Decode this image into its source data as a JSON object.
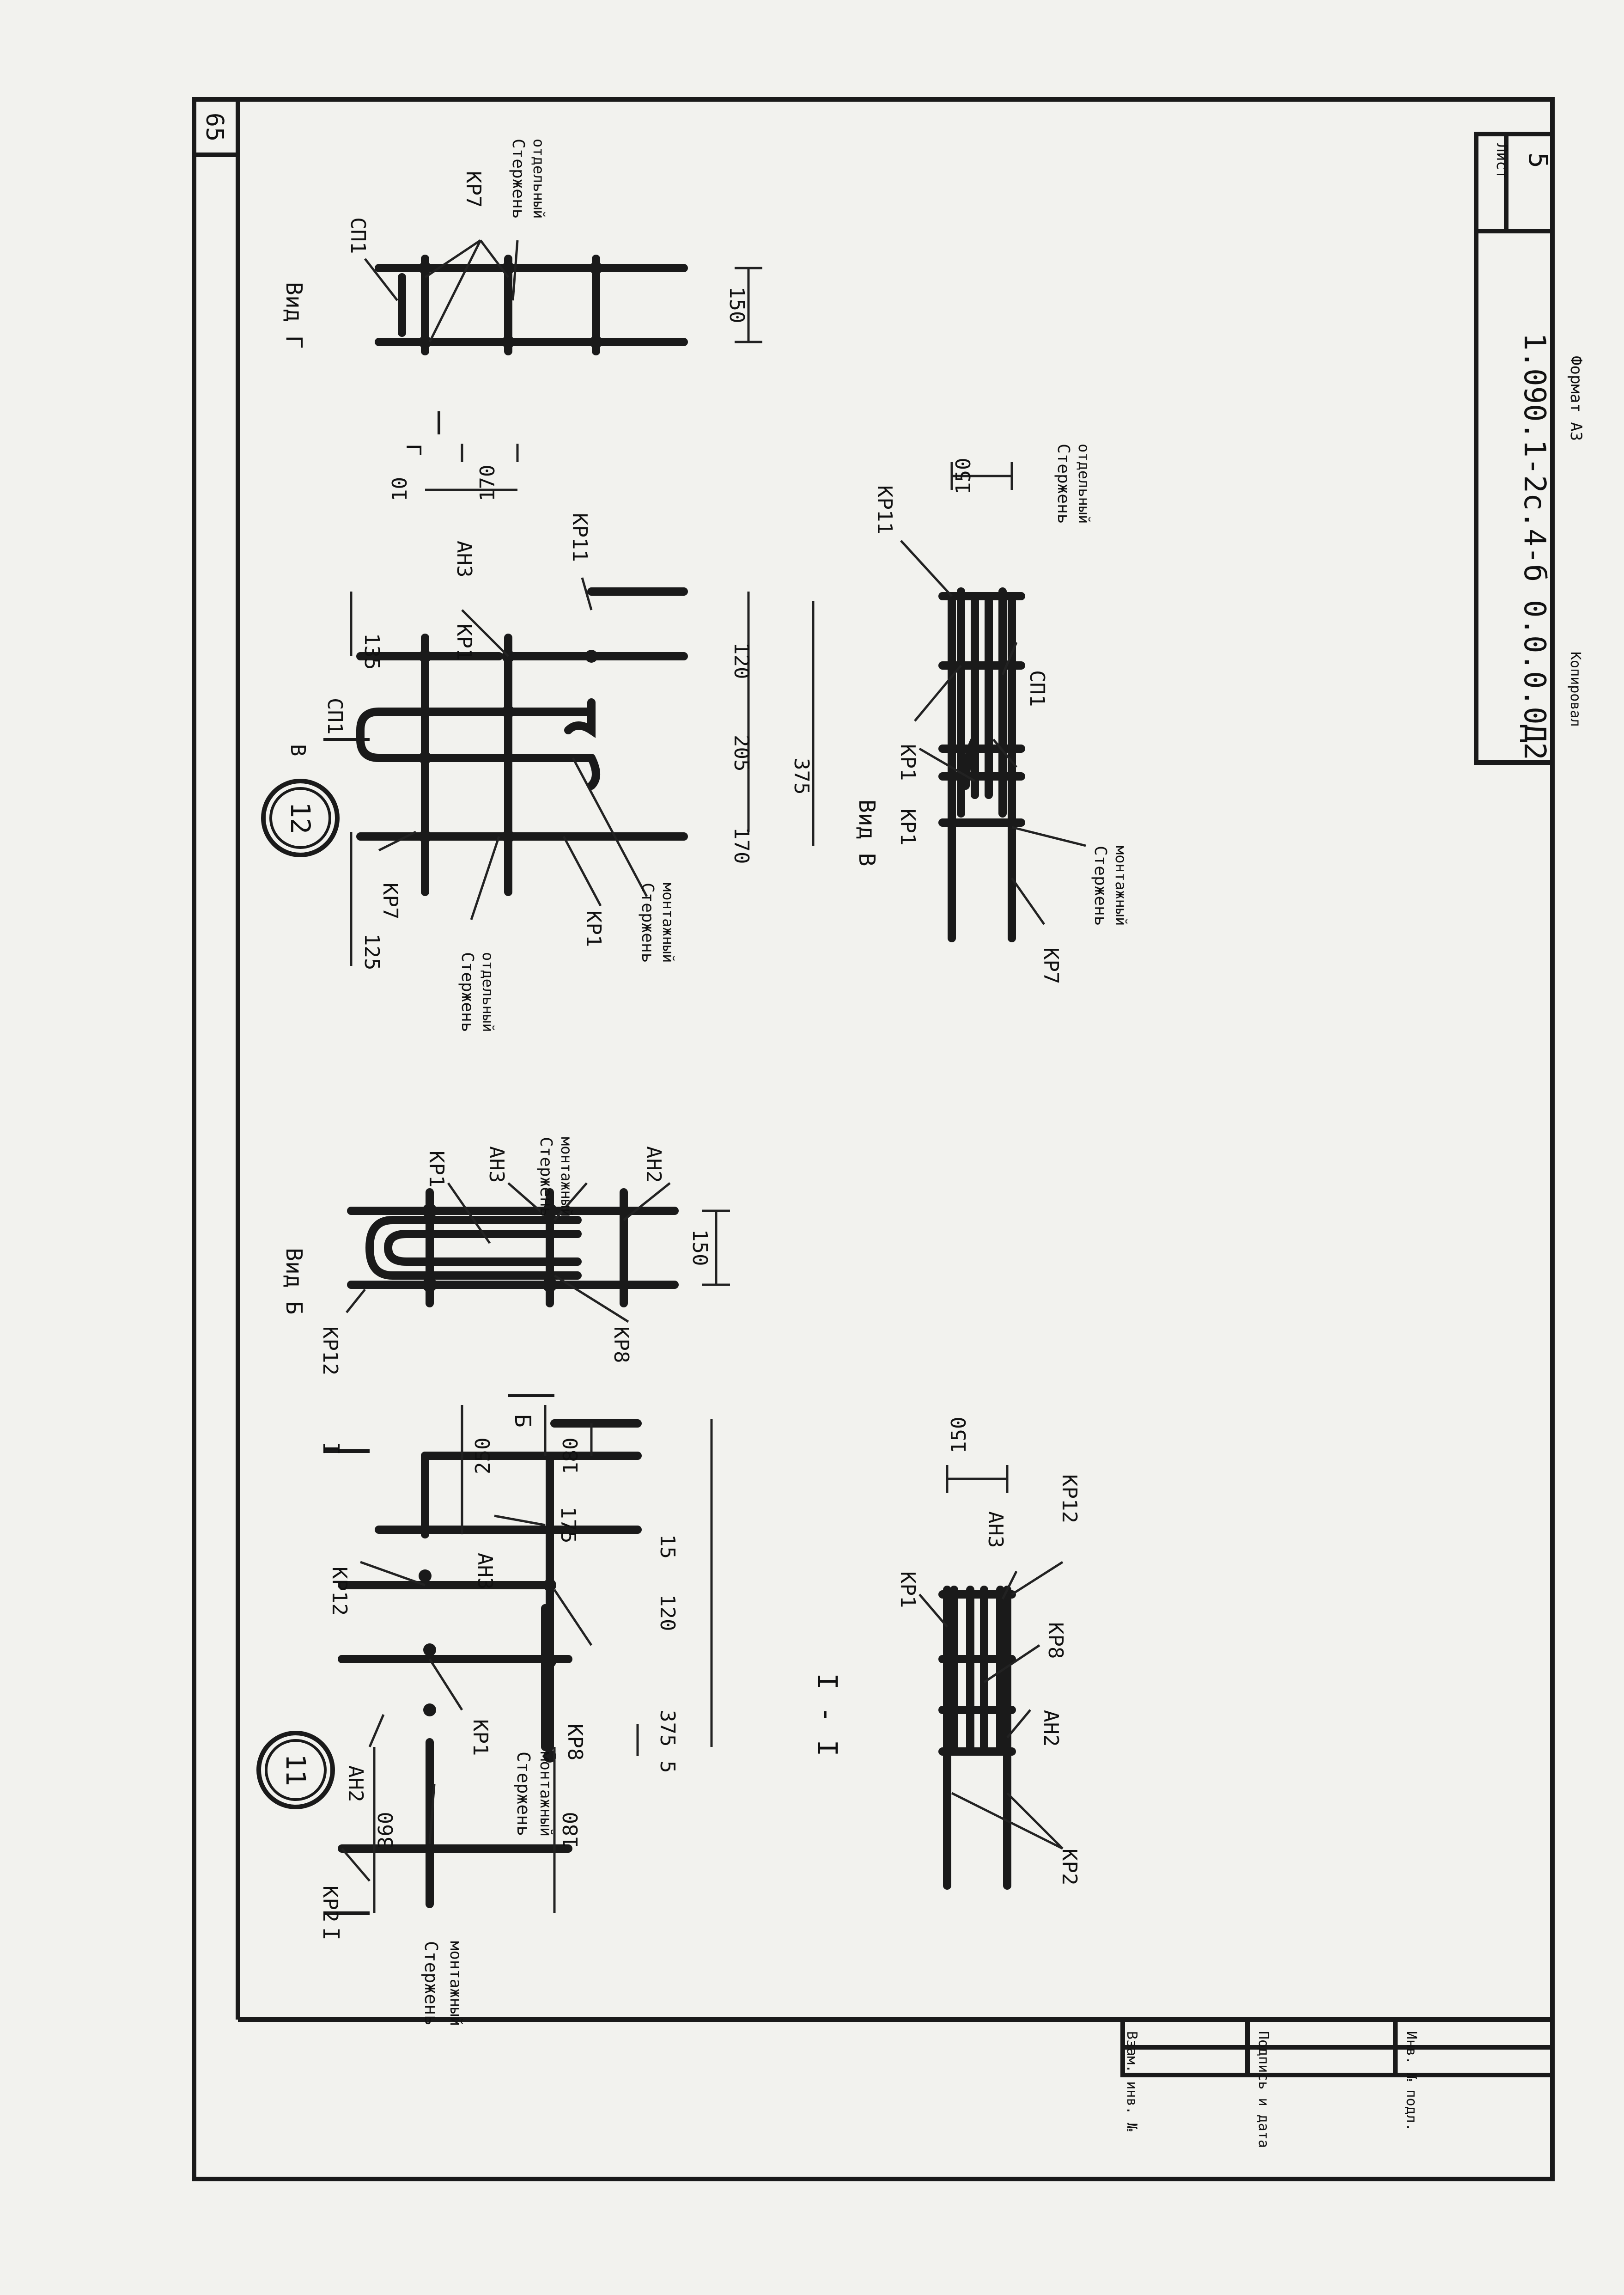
{
  "frame": {
    "page_number": "65",
    "doc_code": "1.090.1-2с.4-б 0.0.0.0Д2",
    "sheet_label": "Лист",
    "sheet_number": "5",
    "copied_label": "Копировал",
    "format_label": "Формат А3",
    "side_stamp": [
      "Взам. инв. №",
      "Подпись и дата",
      "Инв. № подл."
    ]
  },
  "node_11": {
    "number": "11",
    "section_mark": "I",
    "arrow_view": "Б",
    "labels": {
      "kr2": "КР2",
      "ah2": "АН2",
      "kr12": "КР12",
      "kr1": "КР1",
      "ah3": "АН3",
      "kr8": "КР8",
      "sterzhen": "Стержень",
      "montazhnyi": "монтажный"
    },
    "dims": {
      "d360": "360",
      "d180a": "180",
      "d5": "5",
      "d375": "375",
      "d120": "120",
      "d15": "15",
      "d175": "175",
      "d250": "250",
      "d180b": "180"
    }
  },
  "section_11": {
    "title": "I - I",
    "labels": {
      "kr1": "КР1",
      "ah3": "АН3",
      "kr12": "КР12",
      "kr8": "КР8",
      "ah2": "АН2",
      "kr2": "КР2"
    },
    "dims": {
      "d150": "150"
    }
  },
  "view_b": {
    "title": "Вид Б",
    "labels": {
      "kr12": "КР12",
      "kr1": "КР1",
      "ah3": "АН3",
      "kr8": "КР8",
      "ah2": "АН2",
      "sterzhen": "Стержень",
      "montazhnyi": "монтажный"
    },
    "dims": {
      "d150": "150"
    }
  },
  "node_12": {
    "number": "12",
    "arrow_v": "В",
    "arrow_g": "Г",
    "labels": {
      "kr7": "КР7",
      "sp1": "СП1",
      "kr1a": "КР1",
      "ah3": "АН3",
      "kr11": "КР11",
      "kr1b": "КР1",
      "sterzhen_a": "Стержень",
      "otdelnyi": "отдельный",
      "sterzhen_b": "Стержень",
      "montazhnyi": "монтажный"
    },
    "dims": {
      "d125": "125",
      "d170": "170",
      "d205": "205",
      "d375": "375",
      "d120": "120",
      "d135": "135",
      "d10": "10",
      "d170b": "170"
    }
  },
  "view_v": {
    "title": "Вид В",
    "labels": {
      "kr1a": "КР1",
      "kr1b": "КР1",
      "sp1": "СП1",
      "kr11": "КР11",
      "kr7": "КР7",
      "sterzhen_a": "Стержень",
      "montazhnyi": "монтажный",
      "sterzhen_b": "Стержень",
      "otdelnyi": "отдельный"
    },
    "dims": {
      "d150": "150"
    }
  },
  "view_g": {
    "title": "Вид Г",
    "labels": {
      "sp1": "СП1",
      "kr7": "КР7",
      "sterzhen": "Стержень",
      "otdelnyi": "отдельный"
    },
    "dims": {
      "d150": "150"
    }
  }
}
